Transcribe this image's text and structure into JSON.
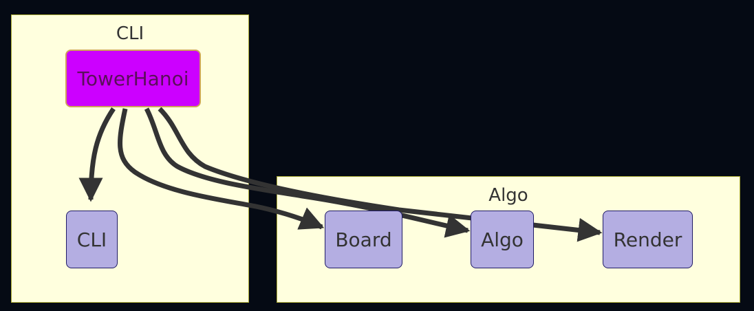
{
  "clusters": {
    "cli": {
      "label": "CLI"
    },
    "algo": {
      "label": "Algo"
    }
  },
  "nodes": {
    "tower_hanoi": {
      "label": "TowerHanoi"
    },
    "cli": {
      "label": "CLI"
    },
    "board": {
      "label": "Board"
    },
    "algo": {
      "label": "Algo"
    },
    "render": {
      "label": "Render"
    }
  },
  "edges": [
    {
      "from": "TowerHanoi",
      "to": "CLI"
    },
    {
      "from": "TowerHanoi",
      "to": "Board"
    },
    {
      "from": "TowerHanoi",
      "to": "Algo"
    },
    {
      "from": "TowerHanoi",
      "to": "Render"
    }
  ],
  "colors": {
    "background": "#050a14",
    "cluster_fill": "#ffffde",
    "cluster_border": "#aaaa33",
    "node_fill": "#b4aee2",
    "node_border": "#1e1a66",
    "main_node_fill": "#cc00ff",
    "main_node_border": "#cfa259",
    "edge": "#333333"
  }
}
